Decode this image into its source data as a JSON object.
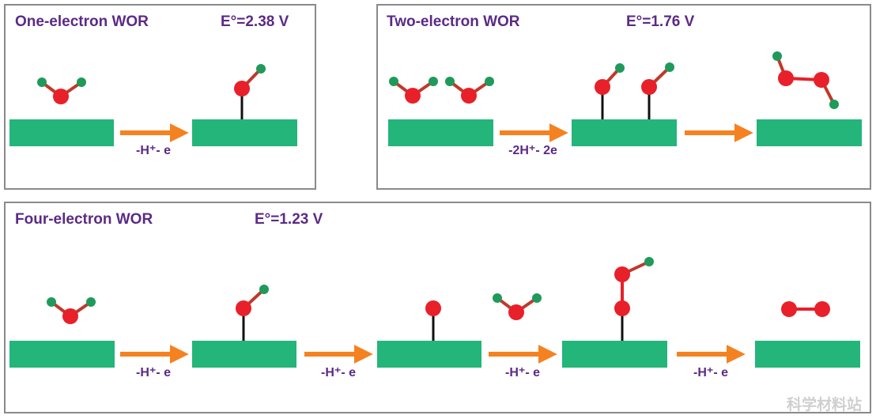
{
  "panels": {
    "one": {
      "title": "One-electron WOR",
      "potential": "E°=2.38 V",
      "step_labels": [
        "-H⁺- e"
      ]
    },
    "two": {
      "title": "Two-electron WOR",
      "potential": "E°=1.76 V",
      "step_labels": [
        "-2H⁺- 2e"
      ]
    },
    "four": {
      "title": "Four-electron WOR",
      "potential": "E°=1.23 V",
      "step_labels": [
        "-H⁺- e",
        "-H⁺- e",
        "-H⁺- e",
        "-H⁺- e"
      ]
    }
  },
  "watermark": "科学材料站",
  "colors": {
    "oxygen": "#e8202a",
    "hydrogen": "#1f9a5a",
    "surface": "#23b57a",
    "arrow": "#f58220",
    "text": "#5b2a86",
    "bond": "#111111"
  }
}
